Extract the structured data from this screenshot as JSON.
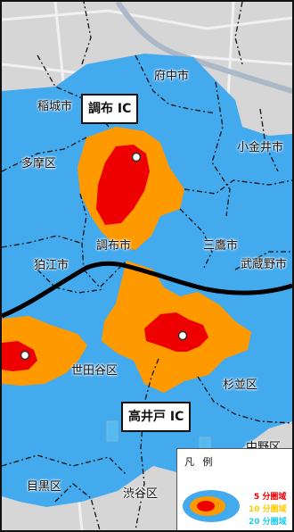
{
  "map": {
    "colors": {
      "zone_5": "#ee0000",
      "zone_10": "#ff9900",
      "zone_20": "#44aaee",
      "background": "#d8d8d8"
    },
    "interchanges": {
      "chofu": "調布 IC",
      "takaido": "高井戸 IC"
    },
    "places": {
      "fuchu": "府中市",
      "inagi": "稲城市",
      "koganei": "小金井市",
      "tama": "多摩区",
      "chofu_city": "調布市",
      "mitaka": "三鷹市",
      "musashino": "武蔵野市",
      "komae": "狛江市",
      "setagaya": "世田谷区",
      "suginami": "杉並区",
      "nakano": "中野区",
      "meguro": "目黒区",
      "shibuya": "渋谷区"
    }
  },
  "legend": {
    "title": "凡 例",
    "items": [
      {
        "label": "5 分圏域",
        "color": "#ee0000"
      },
      {
        "label": "10 分圏域",
        "color": "#ffcc00"
      },
      {
        "label": "20 分圏域",
        "color": "#22ccee"
      }
    ]
  }
}
